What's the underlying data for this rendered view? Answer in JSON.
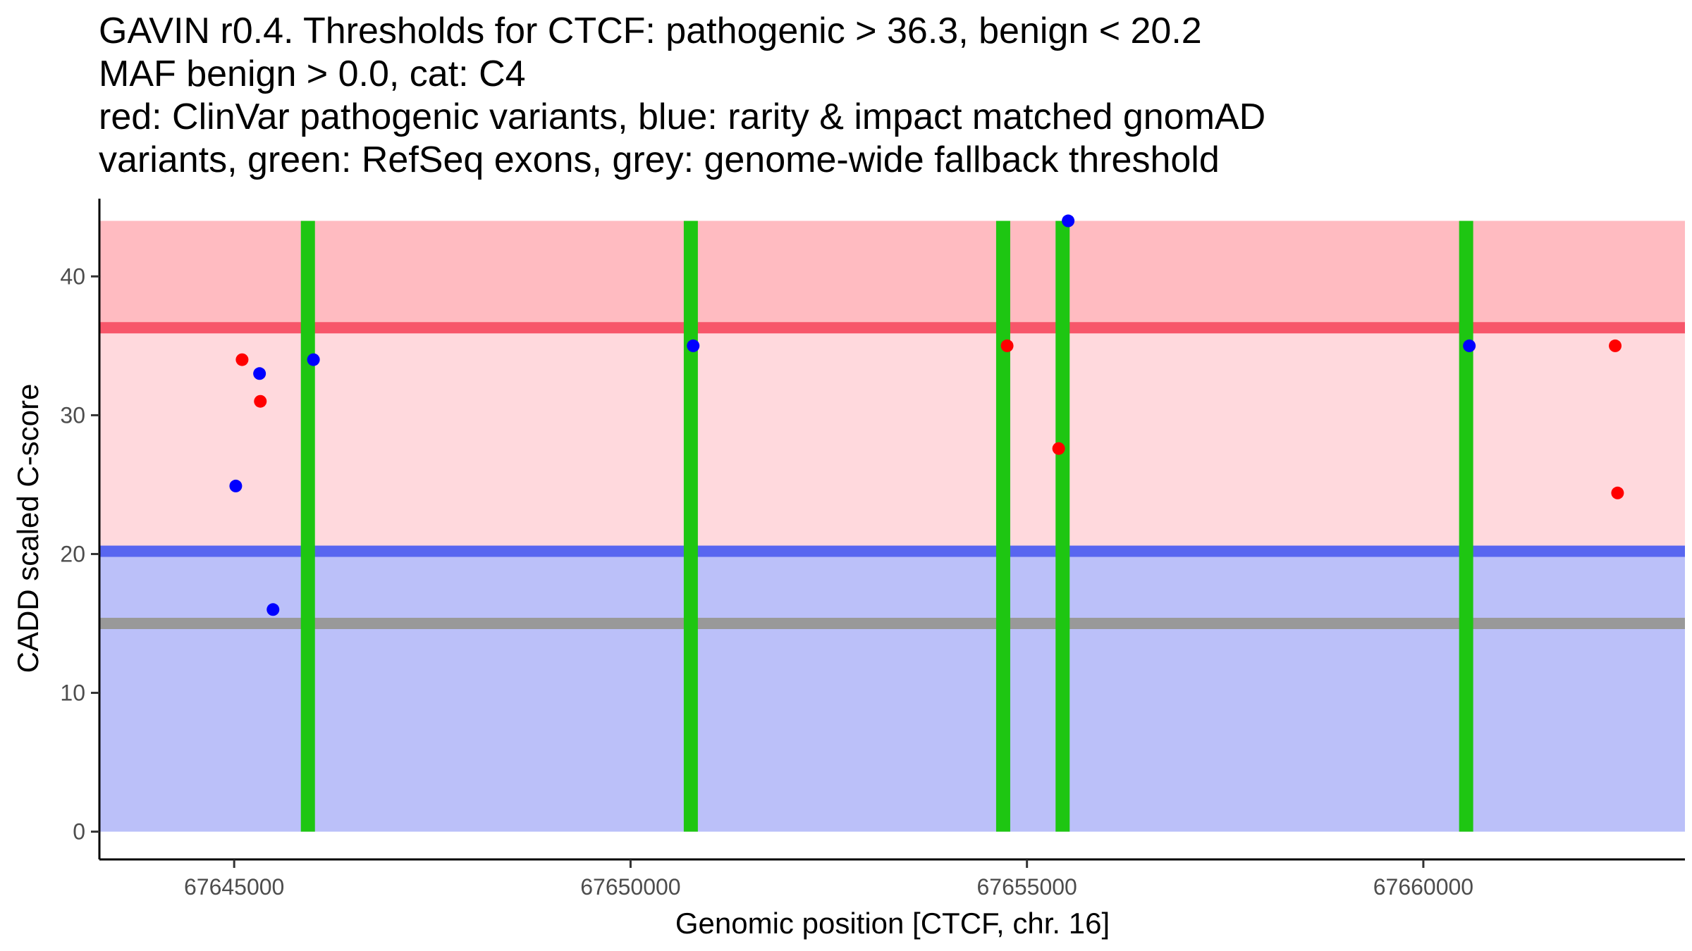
{
  "title_lines": [
    "GAVIN r0.4. Thresholds for CTCF: pathogenic > 36.3, benign < 20.2",
    "MAF benign > 0.0, cat: C4",
    "red: ClinVar pathogenic variants, blue: rarity & impact matched gnomAD",
    "variants, green: RefSeq exons, grey: genome-wide fallback threshold"
  ],
  "chart_data": {
    "type": "scatter",
    "xlabel": "Genomic position [CTCF, chr. 16]",
    "ylabel": "CADD scaled C-score",
    "xlim": [
      67643300,
      67663300
    ],
    "ylim": [
      -2.0,
      45.6
    ],
    "x_ticks": [
      67645000,
      67650000,
      67655000,
      67660000
    ],
    "x_tick_labels": [
      "67645000",
      "67650000",
      "67655000",
      "67660000"
    ],
    "y_ticks": [
      0,
      10,
      20,
      30,
      40
    ],
    "y_tick_labels": [
      "0",
      "10",
      "20",
      "30",
      "40"
    ],
    "grid": false,
    "regions": [
      {
        "name": "pathogenic zone",
        "y": [
          36.3,
          44
        ],
        "color": "#FFBBC1"
      },
      {
        "name": "uncertain zone",
        "y": [
          20.2,
          36.3
        ],
        "color": "#FFD9DD"
      },
      {
        "name": "benign zone",
        "y": [
          0,
          20.2
        ],
        "color": "#BBC0F9"
      }
    ],
    "threshold_lines": [
      {
        "name": "pathogenic threshold",
        "y": 36.3,
        "color": "#F7566A"
      },
      {
        "name": "benign threshold",
        "y": 20.2,
        "color": "#5866F0"
      },
      {
        "name": "genome-wide fallback threshold",
        "y": 15.0,
        "color": "#999999"
      }
    ],
    "exons": {
      "color": "#1EC612",
      "x": [
        67645930,
        67650760,
        67654700,
        67655450,
        67660540
      ]
    },
    "series": [
      {
        "name": "ClinVar pathogenic variants",
        "color": "#FF0000",
        "points": [
          {
            "x": 67645100,
            "y": 34.0
          },
          {
            "x": 67645330,
            "y": 31.0
          },
          {
            "x": 67654750,
            "y": 35.0
          },
          {
            "x": 67655400,
            "y": 27.6
          },
          {
            "x": 67662420,
            "y": 35.0
          },
          {
            "x": 67662450,
            "y": 24.4
          }
        ]
      },
      {
        "name": "rarity & impact matched gnomAD variants",
        "color": "#0000FF",
        "points": [
          {
            "x": 67645020,
            "y": 24.9
          },
          {
            "x": 67645320,
            "y": 33.0
          },
          {
            "x": 67645490,
            "y": 16.0
          },
          {
            "x": 67646000,
            "y": 34.0
          },
          {
            "x": 67650790,
            "y": 35.0
          },
          {
            "x": 67655520,
            "y": 44.0
          },
          {
            "x": 67660580,
            "y": 35.0
          }
        ]
      }
    ]
  }
}
